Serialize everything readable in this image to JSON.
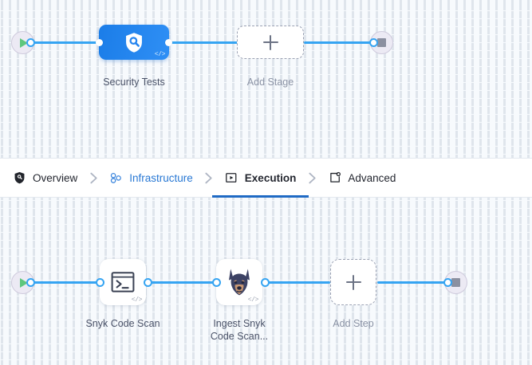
{
  "canvas_stages": {
    "name": "stage-pipeline-canvas",
    "start_node": {
      "icon": "play-icon",
      "label": ""
    },
    "end_node": {
      "icon": "stop-icon",
      "label": ""
    },
    "nodes": [
      {
        "id": "security-tests",
        "label": "Security Tests",
        "icon": "shield-search-icon",
        "badge": "</>",
        "type": "stage"
      },
      {
        "id": "add-stage",
        "label": "Add Stage",
        "icon": "plus-icon",
        "type": "add"
      }
    ]
  },
  "tabs": {
    "items": [
      {
        "id": "overview",
        "label": "Overview",
        "icon": "shield-icon",
        "active": false,
        "accent": false
      },
      {
        "id": "infrastructure",
        "label": "Infrastructure",
        "icon": "nodes-icon",
        "active": false,
        "accent": true
      },
      {
        "id": "execution",
        "label": "Execution",
        "icon": "play-box-icon",
        "active": true,
        "accent": false
      },
      {
        "id": "advanced",
        "label": "Advanced",
        "icon": "square-gear-icon",
        "active": false,
        "accent": false
      }
    ],
    "separator_icon": "chevron-right-icon"
  },
  "canvas_steps": {
    "name": "step-pipeline-canvas",
    "start_node": {
      "icon": "play-icon",
      "label": ""
    },
    "end_node": {
      "icon": "stop-icon",
      "label": ""
    },
    "nodes": [
      {
        "id": "snyk-code-scan",
        "label": "Snyk Code Scan",
        "icon": "terminal-icon",
        "badge": "</>",
        "type": "step"
      },
      {
        "id": "ingest-snyk-code-scan",
        "label": "Ingest Snyk\nCode Scan...",
        "icon": "doberman-icon",
        "badge": "</>",
        "type": "step"
      },
      {
        "id": "add-step",
        "label": "Add Step",
        "icon": "plus-icon",
        "type": "add"
      }
    ]
  },
  "colors": {
    "canvas_bg": "#f7fafd",
    "grid_dot": "#dfe5ec",
    "edge": "#35a4f2",
    "stage_blue_from": "#1b7de8",
    "stage_blue_to": "#2f8ff5",
    "accent": "#2878d4",
    "active_underline": "#1f6ac4",
    "label": "#4a5268",
    "label_muted": "#8b93a5",
    "play_green": "#5fc77e",
    "stop_gray": "#8b90a0",
    "terminal_bg": "#eceaf4"
  }
}
